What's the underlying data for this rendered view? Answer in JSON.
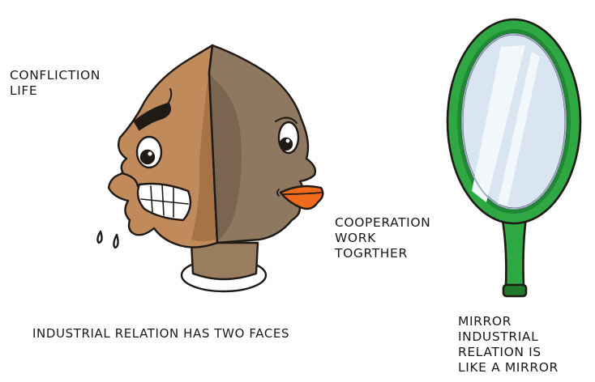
{
  "captions": {
    "conflict": [
      "CONFLICTION",
      "LIFE"
    ],
    "cooperation": [
      "COOPERATION",
      "WORK",
      "TOGRTHER"
    ],
    "main": "INDUSTRIAL RELATION HAS TWO FACES",
    "mirror": [
      "MIRROR",
      "INDUSTRIAL",
      "RELATION IS",
      "LIKE A MIRROR"
    ]
  },
  "colors": {
    "angry_face": "#c08a5a",
    "calm_face": "#8f7860",
    "lips": "#f06a1c",
    "mirror_frame": "#2fa843",
    "mirror_glass": "#d9e6f2",
    "outline": "#1f1a16"
  },
  "figures": {
    "left": "two-faced-head-illustration",
    "right": "hand-mirror-illustration"
  }
}
